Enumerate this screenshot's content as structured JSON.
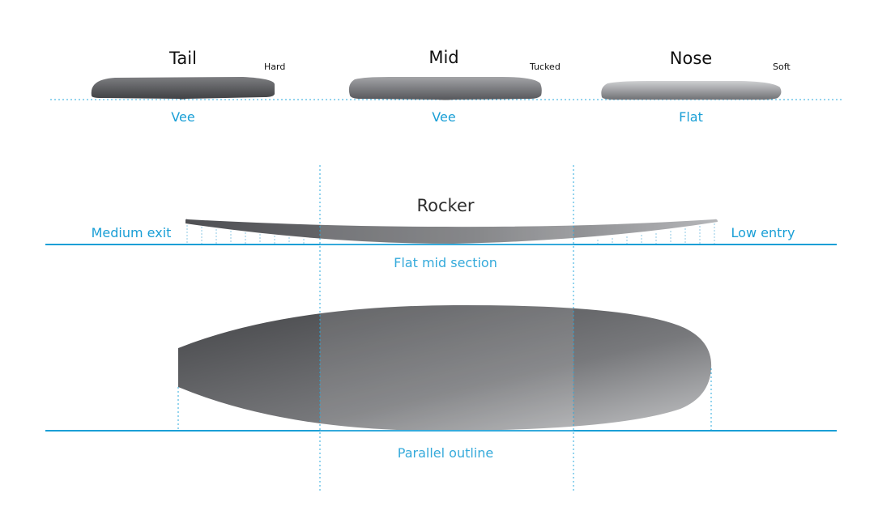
{
  "cross_sections": {
    "tail": {
      "title": "Tail",
      "rail": "Hard",
      "bottom": "Vee"
    },
    "mid": {
      "title": "Mid",
      "rail": "Tucked",
      "bottom": "Vee"
    },
    "nose": {
      "title": "Nose",
      "rail": "Soft",
      "bottom": "Flat"
    }
  },
  "rocker": {
    "title": "Rocker",
    "exit_label": "Medium exit",
    "entry_label": "Low entry",
    "mid_label": "Flat mid section"
  },
  "outline": {
    "label": "Parallel outline"
  },
  "colors": {
    "accent": "#1a9fd6",
    "board_dark": "#4a4b4e",
    "board_light": "#b9babd"
  }
}
